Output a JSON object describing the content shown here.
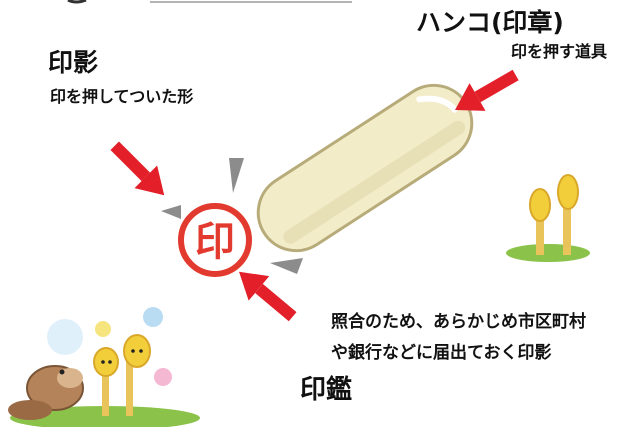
{
  "labels": {
    "inkan_ei": {
      "title": "印影",
      "desc": "印を押してついた形"
    },
    "hanko": {
      "title": "ハンコ(印章)",
      "desc": "印を押す道具"
    },
    "inkan": {
      "title": "印鑑",
      "desc_line1": "照合のため、あらかじめ市区町村",
      "desc_line2": "や銀行などに届出ておく印影"
    },
    "seal_char": "印"
  },
  "colors": {
    "arrow": "#e3202a",
    "seal_red": "#e23a2e",
    "hanko_body": "#f2ecc8",
    "hanko_outline": "#b8ab7a",
    "gray_tick": "#8c8c8c",
    "grass": "#8bc34a",
    "sprout": "#f2cf3a"
  },
  "icons": [
    "arrow-icon",
    "hanko-stamp-icon",
    "seal-impression-icon",
    "sprout-character-icon",
    "mole-character-icon",
    "bubble-icon"
  ]
}
